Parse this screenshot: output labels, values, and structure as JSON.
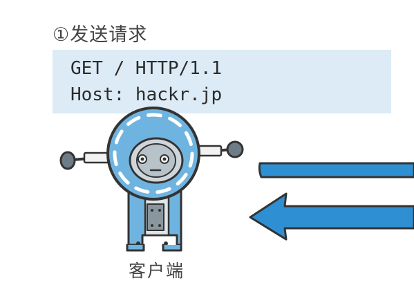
{
  "step": {
    "title": "①发送请求"
  },
  "request": {
    "lines": [
      "GET / HTTP/1.1",
      "Host: hackr.jp"
    ]
  },
  "client": {
    "label": "客户端"
  },
  "colors": {
    "request_bg": "#dcebf6",
    "robot_head": "#6fb4e0",
    "arrow": "#2f8fd3",
    "outline": "#333333"
  }
}
